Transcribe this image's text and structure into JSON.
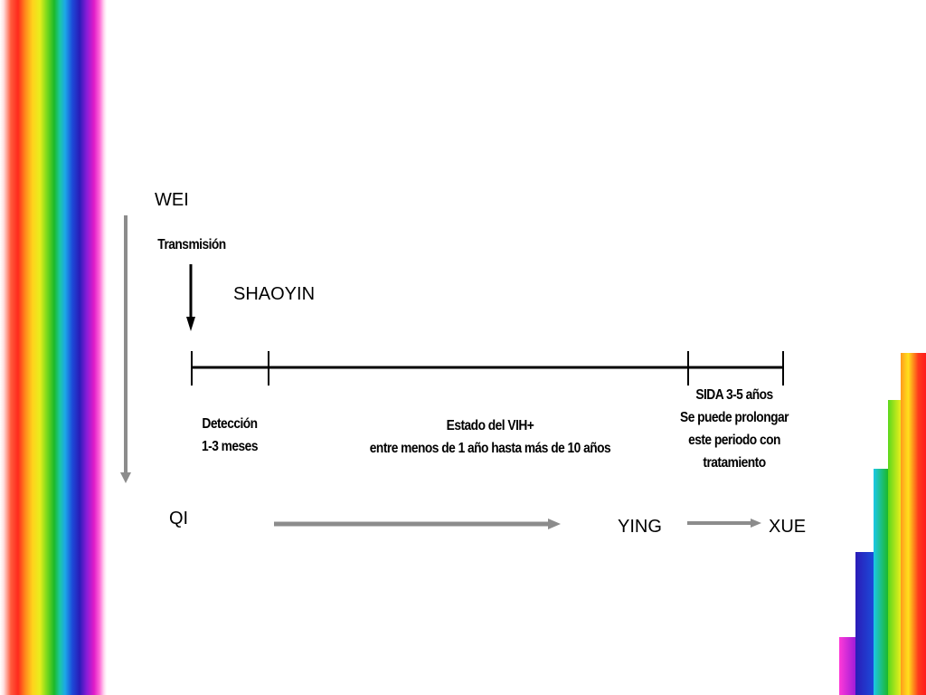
{
  "labels": {
    "wei": "WEI",
    "shaoyin": "SHAOYIN",
    "qi": "QI",
    "ying": "YING",
    "xue": "XUE"
  },
  "timeline": {
    "transmission": "Transmisión",
    "detection_line1": "Detección",
    "detection_line2": "1-3 meses",
    "hiv_line1": "Estado del VIH+",
    "hiv_line2": "entre menos de 1 año hasta más de 10 años",
    "aids_line1": "SIDA 3-5 años",
    "aids_line2": "Se puede prolongar",
    "aids_line3": "este periodo con",
    "aids_line4": "tratamiento"
  },
  "colors": {
    "arrow_gray": "#8c8c8c",
    "line_black": "#000000"
  }
}
